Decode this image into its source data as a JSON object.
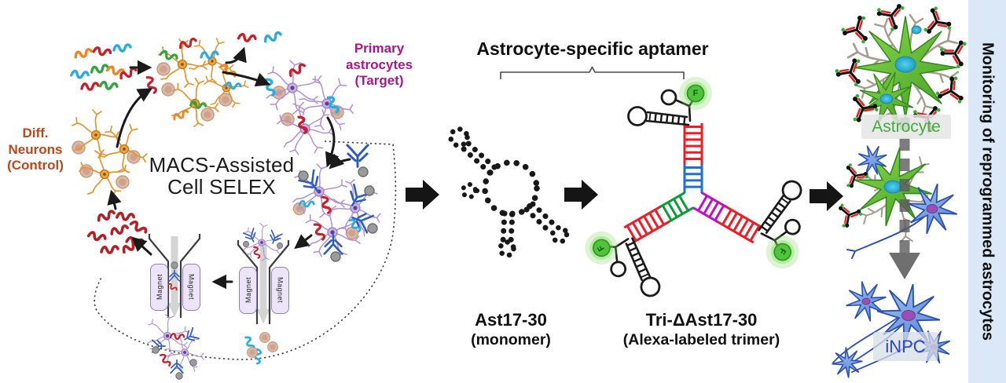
{
  "figure": {
    "selex": {
      "title_line1": "MACS-Assisted",
      "title_line2": "Cell SELEX",
      "control_label_line1": "Diff.",
      "control_label_line2": "Neurons",
      "control_label_line3": "(Control)",
      "target_label_line1": "Primary",
      "target_label_line2": "astrocytes",
      "target_label_line3": "(Target)",
      "magnet_label": "Magnet"
    },
    "aptamer": {
      "header": "Astrocyte-specific aptamer",
      "monomer_name": "Ast17-30",
      "monomer_subtitle": "(monomer)",
      "trimer_name": "Tri-ΔAst17-30",
      "trimer_subtitle": "(Alexa-labeled trimer)",
      "fluorophore_label": "F"
    },
    "monitoring": {
      "astrocyte_label": "Astrocyte",
      "inpc_label": "iNPC",
      "sidebar_label": "Monitoring of reprogrammed astrocytes"
    },
    "colors": {
      "control_text": "#bf4617",
      "target_text": "#a81690",
      "astrocyte_text": "#3fae37",
      "inpc_text": "#2b47c3",
      "sidebar_bg": "#dbe8f7",
      "trimer_red": "#ee1c25",
      "trimer_blue": "#1d70d6",
      "trimer_green": "#0c9c3a",
      "trimer_magenta": "#c30ec3",
      "fluorophore_green": "#50c43b"
    }
  }
}
